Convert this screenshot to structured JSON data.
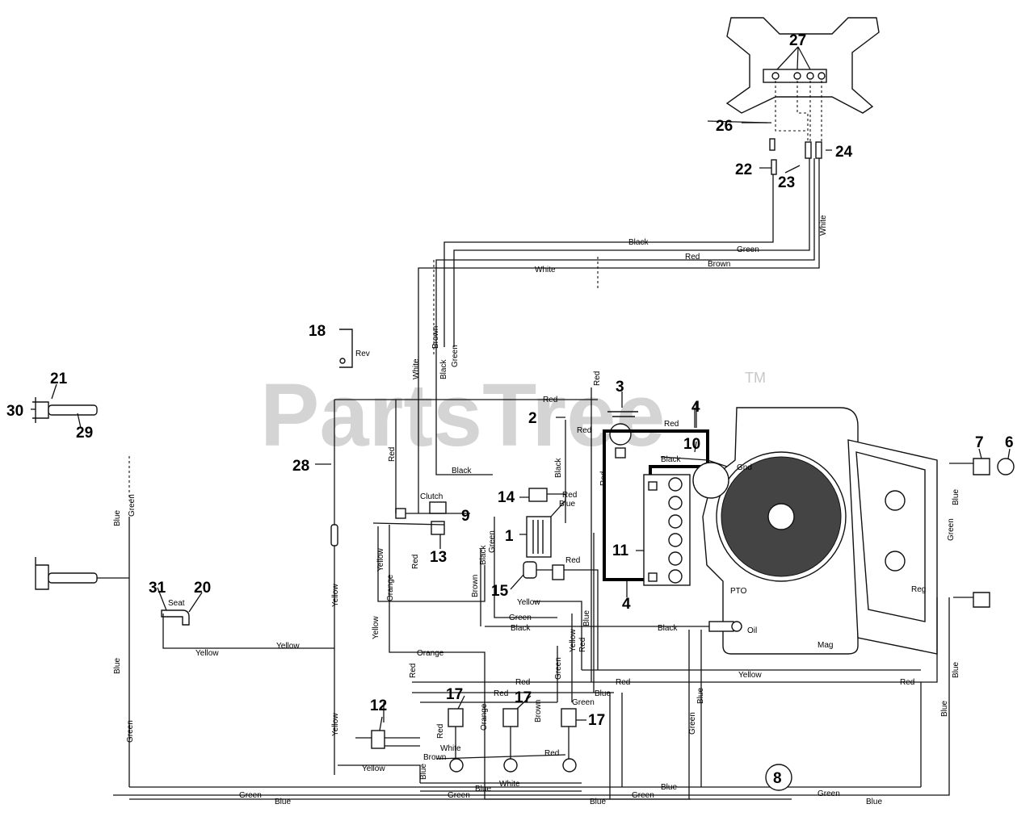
{
  "watermark": {
    "brand": "PartsTree",
    "tm": "TM"
  },
  "callouts": {
    "n1": "1",
    "n2": "2",
    "n3": "3",
    "n4a": "4",
    "n4b": "4",
    "n6": "6",
    "n7": "7",
    "n8": "8",
    "n9": "9",
    "n10": "10",
    "n11": "11",
    "n12": "12",
    "n13": "13",
    "n14": "14",
    "n15": "15",
    "n17a": "17",
    "n17b": "17",
    "n17c": "17",
    "n18": "18",
    "n20": "20",
    "n21": "21",
    "n22": "22",
    "n23": "23",
    "n24": "24",
    "n26": "26",
    "n27": "27",
    "n28": "28",
    "n29": "29",
    "n30": "30",
    "n31": "31"
  },
  "labels": {
    "black_top": "Black",
    "green_top": "Green",
    "red_top": "Red",
    "brown_top": "Brown",
    "white_top": "White",
    "white_right": "White",
    "brown_v": "Brown",
    "black_v": "Black",
    "green_v": "Green",
    "white_v": "White",
    "rev": "Rev",
    "red_v_top": "Red",
    "red_h_top": "Red",
    "red_2": "Red",
    "red_4": "Red",
    "red_v_mid": "Red",
    "black_10": "Black",
    "gnd": "Gnd",
    "black_left": "Black",
    "clutch": "Clutch",
    "red_v9": "Red",
    "black_v2": "Black",
    "red_14": "Red",
    "blue_14": "Blue",
    "green_v2": "Green",
    "red_v13": "Red",
    "yellow_v13": "Yellow",
    "orange_v": "Orange",
    "black_v15": "Black",
    "brown_v15": "Brown",
    "red_15": "Red",
    "yellow_15": "Yellow",
    "green_h15": "Green",
    "black_h15": "Black",
    "black_oil": "Black",
    "oil": "Oil",
    "pto": "PTO",
    "reg": "Reg",
    "mag": "Mag",
    "blue_left": "Blue",
    "green_left": "Green",
    "blue_left2": "Blue",
    "green_left2": "Green",
    "seat": "Seat",
    "yellow_seat": "Yellow",
    "yellow_28": "Yellow",
    "yellow_v28": "Yellow",
    "yellow_v2": "Yellow",
    "orange_h": "Orange",
    "yellow_mid": "Yellow",
    "yellow_hv": "Yellow",
    "red_v_r": "Red",
    "green_v_r": "Green",
    "blue_v_r": "Blue",
    "yellow_low": "Yellow",
    "red_low": "Red",
    "red_low2": "Red",
    "red_17": "Red",
    "orange_17": "Orange",
    "brown_17": "Brown",
    "green_17": "Green",
    "blue_17": "Blue",
    "red_right": "Red",
    "green_right": "Green",
    "blue_right": "Blue",
    "blue_right2": "Blue",
    "green_v_mid": "Green",
    "blue_v_mid": "Blue",
    "yellow_12": "Yellow",
    "yellow_v12": "Yellow",
    "red_12": "Red",
    "red_12b": "Red",
    "white_12": "White",
    "brown_12": "Brown",
    "blue_12": "Blue",
    "red_h17": "Red",
    "white_h17": "White",
    "blue_h17": "Blue",
    "green_bottom": "Green",
    "blue_bottom": "Blue",
    "green_bottom2": "Green",
    "blue_bottom2": "Blue",
    "green_bottom3": "Green",
    "blue_bottom3": "Blue",
    "blue_bottom4": "Blue",
    "green_bottom4": "Green",
    "blue_bottom5": "Blue"
  }
}
